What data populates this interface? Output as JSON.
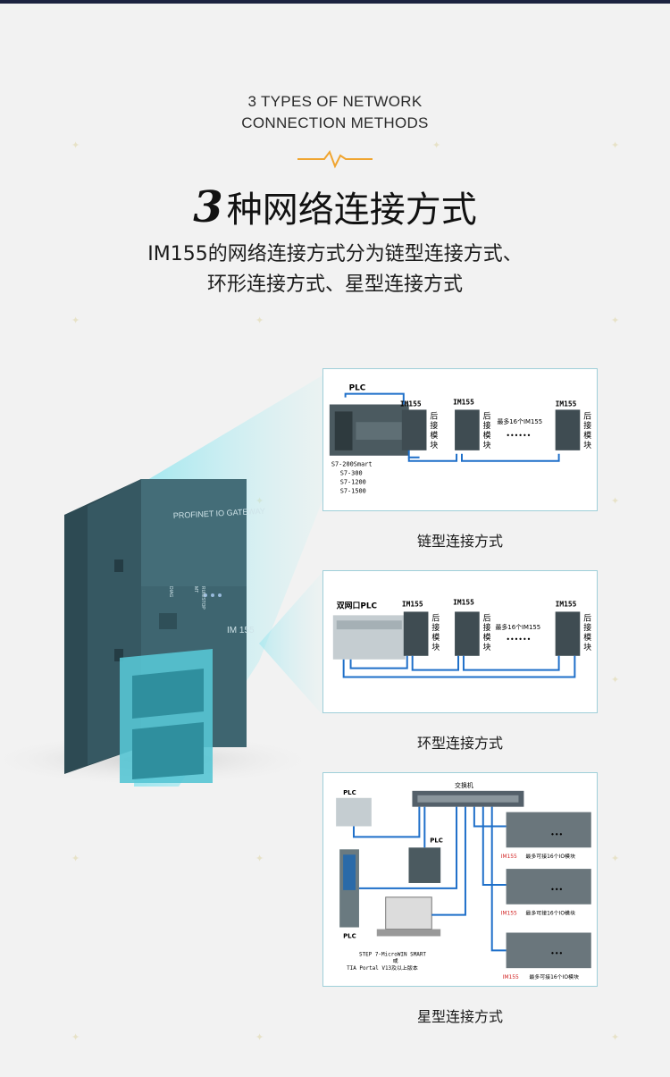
{
  "header": {
    "en_title_line1": "3 TYPES OF NETWORK",
    "en_title_line2": "CONNECTION METHODS",
    "title_number": "3",
    "title_text": "种网络连接方式",
    "desc_line1": "IM155的网络连接方式分为链型连接方式、",
    "desc_line2": "环形连接方式、星型连接方式"
  },
  "device": {
    "brand": "PROFINET IO GATEWAY",
    "model": "IM 155",
    "led_diag": "DIAG",
    "led_mt": "MT",
    "led_run_stop": "RUN/STOP"
  },
  "colors": {
    "accent_wave": "#f0a530",
    "cable": "#1e6fc9",
    "glow": "#9fe6ef",
    "device_body": "#3a5c66",
    "im_red": "#d22222"
  },
  "diagrams": {
    "chain": {
      "caption": "链型连接方式",
      "plc": "PLC",
      "plc_types": [
        "S7-200Smart",
        "S7-300",
        "S7-1200",
        "S7-1500"
      ],
      "im": "IM155",
      "rear_module": "后接模块",
      "max": "最多16个IM155",
      "dots": "••••••"
    },
    "ring": {
      "caption": "环型连接方式",
      "plc": "双网口PLC",
      "im": "IM155",
      "rear_module": "后接模块",
      "max": "最多16个IM155",
      "dots": "••••••"
    },
    "star": {
      "caption": "星型连接方式",
      "switch": "交换机",
      "plc": "PLC",
      "im": "IM155",
      "max_io": "最多可接16个IO模块",
      "software_line1": "STEP 7-MicroWIN SMART",
      "software_line2": "或",
      "software_line3": "TIA Portal V13及以上版本",
      "dots": "•••"
    }
  }
}
